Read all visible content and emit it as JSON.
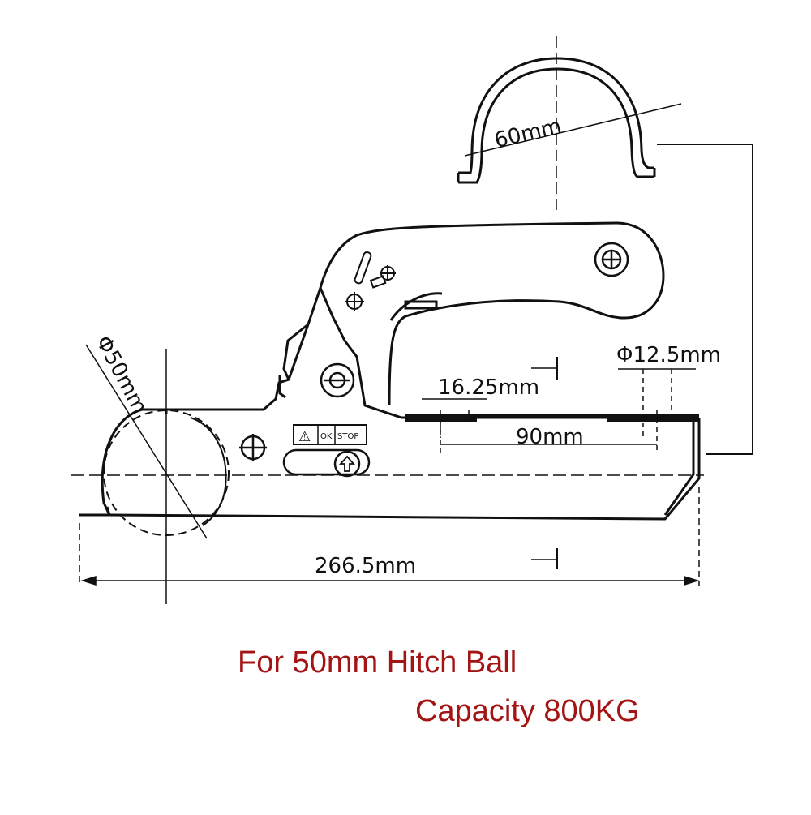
{
  "dimensions": {
    "channel_width": "60mm",
    "ball_diameter": "Φ50mm",
    "hole_diameter": "Φ12.5mm",
    "hole_spacing_small": "16.25mm",
    "hole_spacing_large": "90mm",
    "overall_length": "266.5mm"
  },
  "labels": {
    "warn": "⚠",
    "ok": "OK",
    "stop": "STOP"
  },
  "caption": {
    "line1": "For 50mm Hitch Ball",
    "line2": "Capacity 800KG"
  },
  "colors": {
    "caption": "#a31515",
    "line": "#111111"
  }
}
